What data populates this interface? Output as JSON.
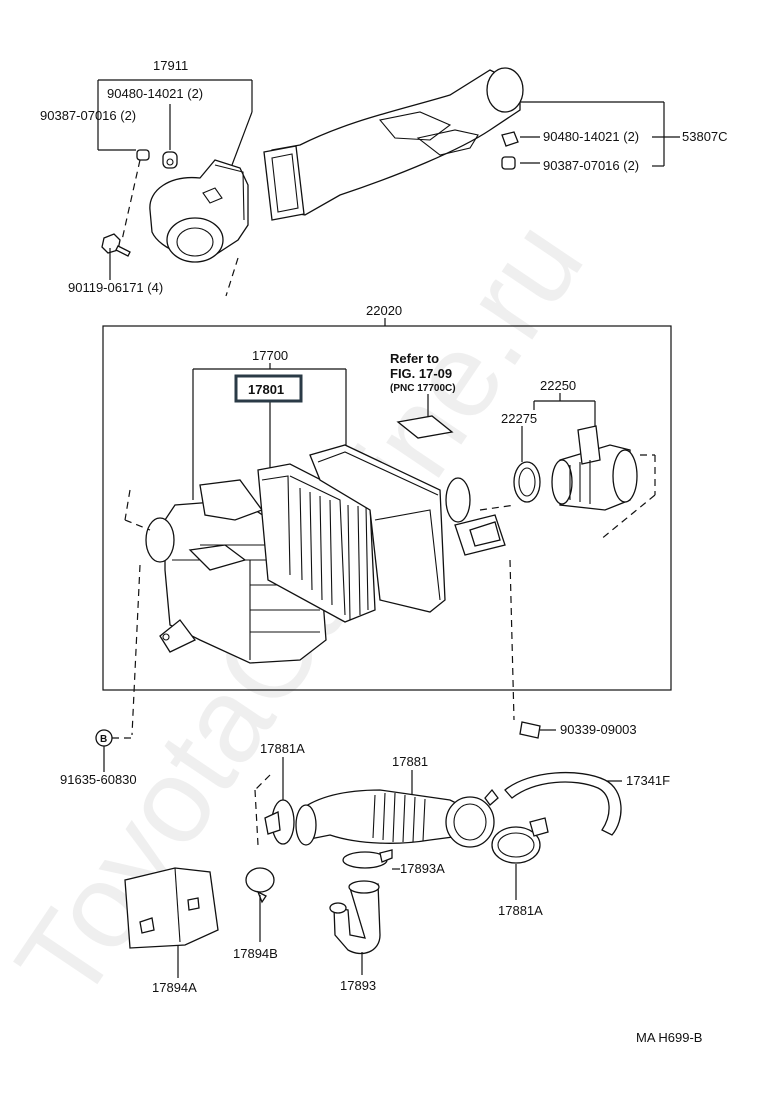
{
  "labels": {
    "p17911": "17911",
    "p90480_tl": "90480-14021 (2)",
    "p90387_tl": "90387-07016 (2)",
    "p90119": "90119-06171 (4)",
    "p90480_tr": "90480-14021 (2)",
    "p90387_tr": "90387-07016 (2)",
    "p53807c": "53807C",
    "p22020": "22020",
    "p17700": "17700",
    "p17801": "17801",
    "refer1": "Refer to",
    "refer2": "FIG. 17-09",
    "refer3": "(PNC 17700C)",
    "p22250": "22250",
    "p22275": "22275",
    "p90339": "90339-09003",
    "p91635": "91635-60830",
    "p17881a_l": "17881A",
    "p17881": "17881",
    "p17341f": "17341F",
    "p17893a": "17893A",
    "p17881a_r": "17881A",
    "p17894b": "17894B",
    "p17894a": "17894A",
    "p17893": "17893",
    "footer": "MA  H699-B"
  },
  "watermark": "ToyotaCarvine.ru",
  "colors": {
    "highlight_box": "#2a3a46",
    "ink": "#111111"
  }
}
